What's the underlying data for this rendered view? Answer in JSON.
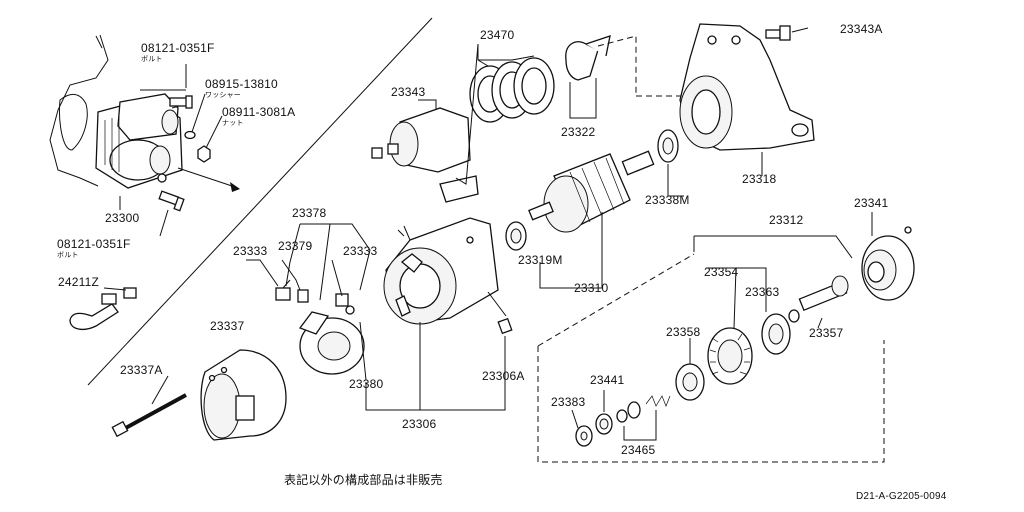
{
  "diagram": {
    "parts": [
      {
        "id": "p08121a",
        "number": "08121-0351F",
        "name": "ボルト"
      },
      {
        "id": "p08915",
        "number": "08915-13810",
        "name": "ワッシャー"
      },
      {
        "id": "p08911",
        "number": "08911-3081A",
        "name": "ナット"
      },
      {
        "id": "p23300",
        "number": "23300"
      },
      {
        "id": "p08121b",
        "number": "08121-0351F",
        "name": "ボルト"
      },
      {
        "id": "p24211",
        "number": "24211Z"
      },
      {
        "id": "p23337",
        "number": "23337"
      },
      {
        "id": "p23337a",
        "number": "23337A"
      },
      {
        "id": "p23378",
        "number": "23378"
      },
      {
        "id": "p23333a",
        "number": "23333"
      },
      {
        "id": "p23379",
        "number": "23379"
      },
      {
        "id": "p23333b",
        "number": "23333"
      },
      {
        "id": "p23380",
        "number": "23380"
      },
      {
        "id": "p23306",
        "number": "23306"
      },
      {
        "id": "p23306a",
        "number": "23306A"
      },
      {
        "id": "p23343",
        "number": "23343"
      },
      {
        "id": "p23470",
        "number": "23470"
      },
      {
        "id": "p23322",
        "number": "23322"
      },
      {
        "id": "p23343a",
        "number": "23343A"
      },
      {
        "id": "p23318",
        "number": "23318"
      },
      {
        "id": "p23338m",
        "number": "23338M"
      },
      {
        "id": "p23319m",
        "number": "23319M"
      },
      {
        "id": "p23310",
        "number": "23310"
      },
      {
        "id": "p23312",
        "number": "23312"
      },
      {
        "id": "p23341",
        "number": "23341"
      },
      {
        "id": "p23354",
        "number": "23354"
      },
      {
        "id": "p23363",
        "number": "23363"
      },
      {
        "id": "p23357",
        "number": "23357"
      },
      {
        "id": "p23358",
        "number": "23358"
      },
      {
        "id": "p23441",
        "number": "23441"
      },
      {
        "id": "p23383",
        "number": "23383"
      },
      {
        "id": "p23465",
        "number": "23465"
      }
    ],
    "footer_note": "表記以外の構成部品は非販売",
    "figure_code": "D21-A-G2205-0094"
  }
}
